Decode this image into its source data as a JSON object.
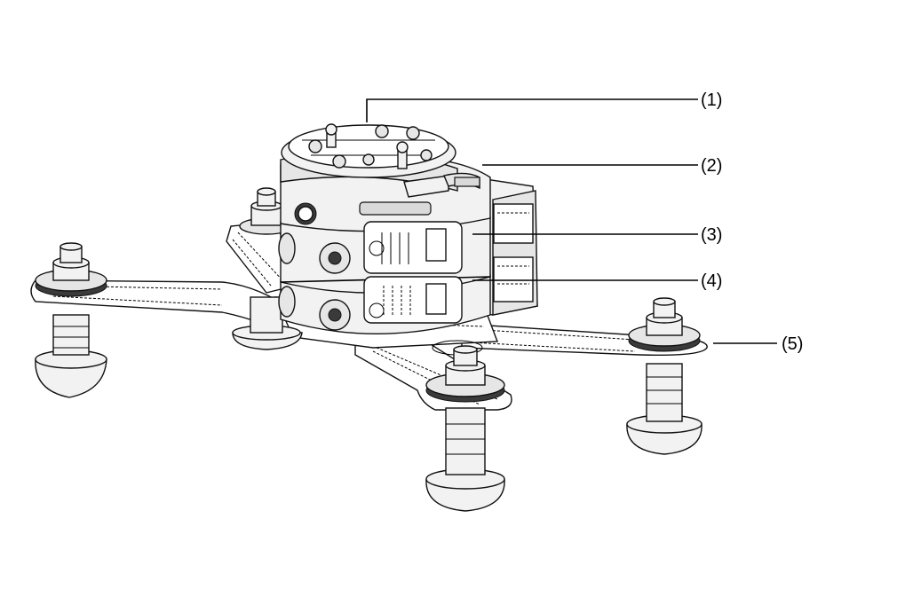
{
  "figure": {
    "callouts": [
      {
        "id": "1",
        "label": "(1)"
      },
      {
        "id": "2",
        "label": "(2)"
      },
      {
        "id": "3",
        "label": "(3)"
      },
      {
        "id": "4",
        "label": "(4)"
      },
      {
        "id": "5",
        "label": "(5)"
      }
    ]
  }
}
